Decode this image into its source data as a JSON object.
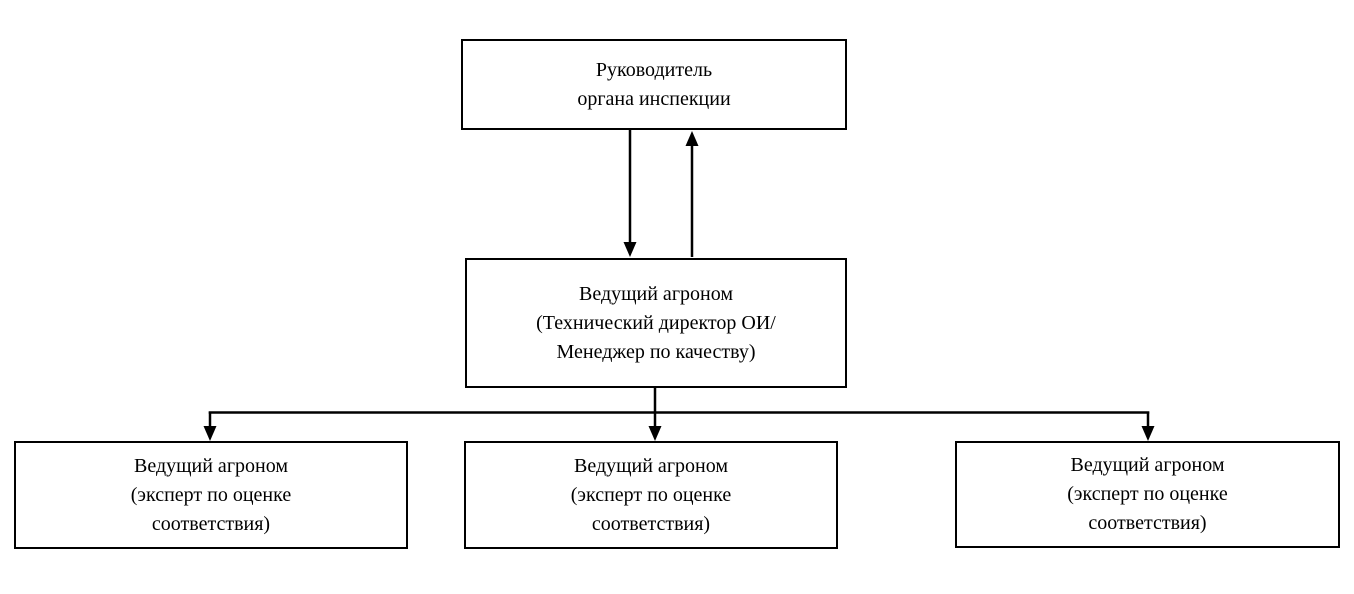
{
  "diagram": {
    "type": "org-chart",
    "colors": {
      "background": "#ffffff",
      "line": "#000000",
      "text": "#000000"
    },
    "nodes": {
      "head": {
        "lines": [
          "Руководитель",
          "органа инспекции"
        ]
      },
      "lead": {
        "lines": [
          "Ведущий агроном",
          "(Технический директор ОИ/",
          "Менеджер по качеству)"
        ]
      },
      "expert_left": {
        "lines": [
          "Ведущий агроном",
          "(эксперт по оценке",
          "соответствия)"
        ]
      },
      "expert_center": {
        "lines": [
          "Ведущий агроном",
          "(эксперт по оценке",
          "соответствия)"
        ]
      },
      "expert_right": {
        "lines": [
          "Ведущий агроном",
          "(эксперт по оценке",
          "соответствия)"
        ]
      }
    },
    "connectors": [
      {
        "name": "head-to-lead",
        "direction": "down-arrow"
      },
      {
        "name": "lead-to-head",
        "direction": "up-arrow"
      },
      {
        "name": "lead-to-experts",
        "direction": "branch-with-three-down-arrows"
      }
    ]
  }
}
